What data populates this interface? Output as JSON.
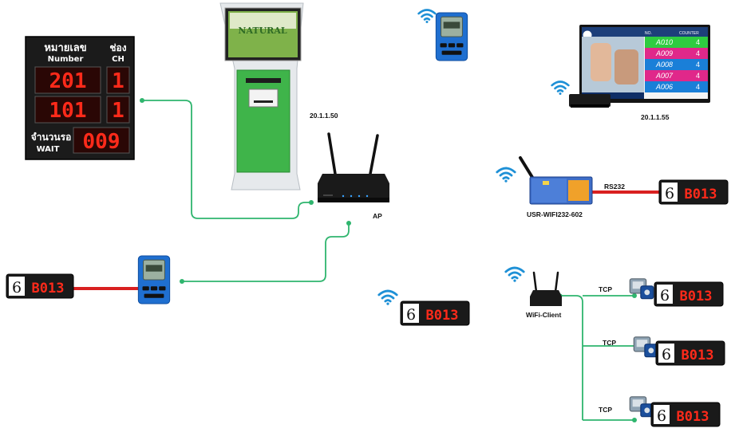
{
  "labels": {
    "server_ip": "20.1.1.50",
    "ap": "AP",
    "tv_ip": "20.1.1.55",
    "usr_device": "USR-WIFI232-602",
    "rs232": "RS232",
    "wifi_client": "WiFi-Client",
    "tcp_1": "TCP",
    "tcp_2": "TCP",
    "tcp_3": "TCP"
  },
  "led_board": {
    "header_number_th": "หมายเลข",
    "header_number_en": "Number",
    "header_channel_th": "ช่อง",
    "header_channel_en": "CH",
    "row1_number": "201",
    "row1_channel": "1",
    "row2_number": "101",
    "row2_channel": "1",
    "wait_th": "จำนวนรอ",
    "wait_en": "WAIT",
    "wait_count": "009"
  },
  "kiosk": {
    "screen_brand": "NATURAL"
  },
  "tv_display": {
    "header_no": "NO.",
    "header_counter": "COUNTER",
    "rows": [
      {
        "no": "A010",
        "counter": "4",
        "color": "#2ecc40"
      },
      {
        "no": "A009",
        "counter": "4",
        "color": "#e0288a"
      },
      {
        "no": "A008",
        "counter": "4",
        "color": "#1a7fd8"
      },
      {
        "no": "A007",
        "counter": "4",
        "color": "#e0288a"
      },
      {
        "no": "A006",
        "counter": "4",
        "color": "#1a7fd8"
      }
    ]
  },
  "counter_displays": {
    "counter_digit": "6",
    "left_queue": "B013",
    "center_queue": "B013",
    "rs232_queue": "B013",
    "tcp1_queue": "B013",
    "tcp2_queue": "B013",
    "tcp3_queue": "B013"
  },
  "colors": {
    "link_green": "#2fb56e",
    "serial_red": "#d92020",
    "wifi_blue": "#1e90d6",
    "kiosk_green": "#3fb44a"
  }
}
